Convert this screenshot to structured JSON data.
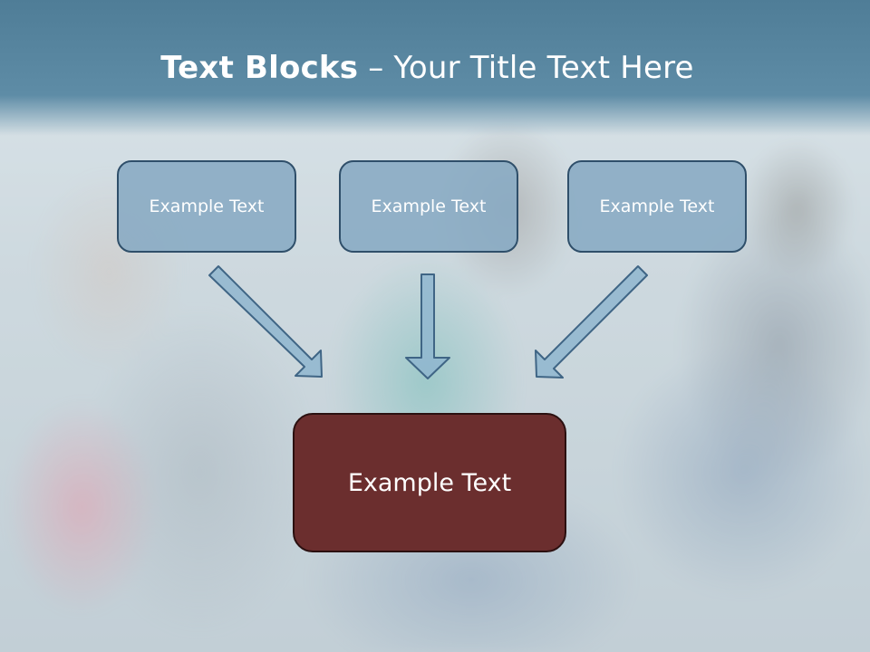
{
  "slide": {
    "title_bold": "Text Blocks",
    "title_rest": "– Your Title Text Here"
  },
  "blocks": [
    {
      "label": "Example Text"
    },
    {
      "label": "Example Text"
    },
    {
      "label": "Example Text"
    }
  ],
  "main_block": {
    "label": "Example Text"
  },
  "colors": {
    "title_band": "#5e8ca6",
    "block_fill": "#87aac3",
    "block_border": "#2f4f6a",
    "main_fill": "#6b2e2e",
    "arrow_fill": "#8fb6cf"
  }
}
